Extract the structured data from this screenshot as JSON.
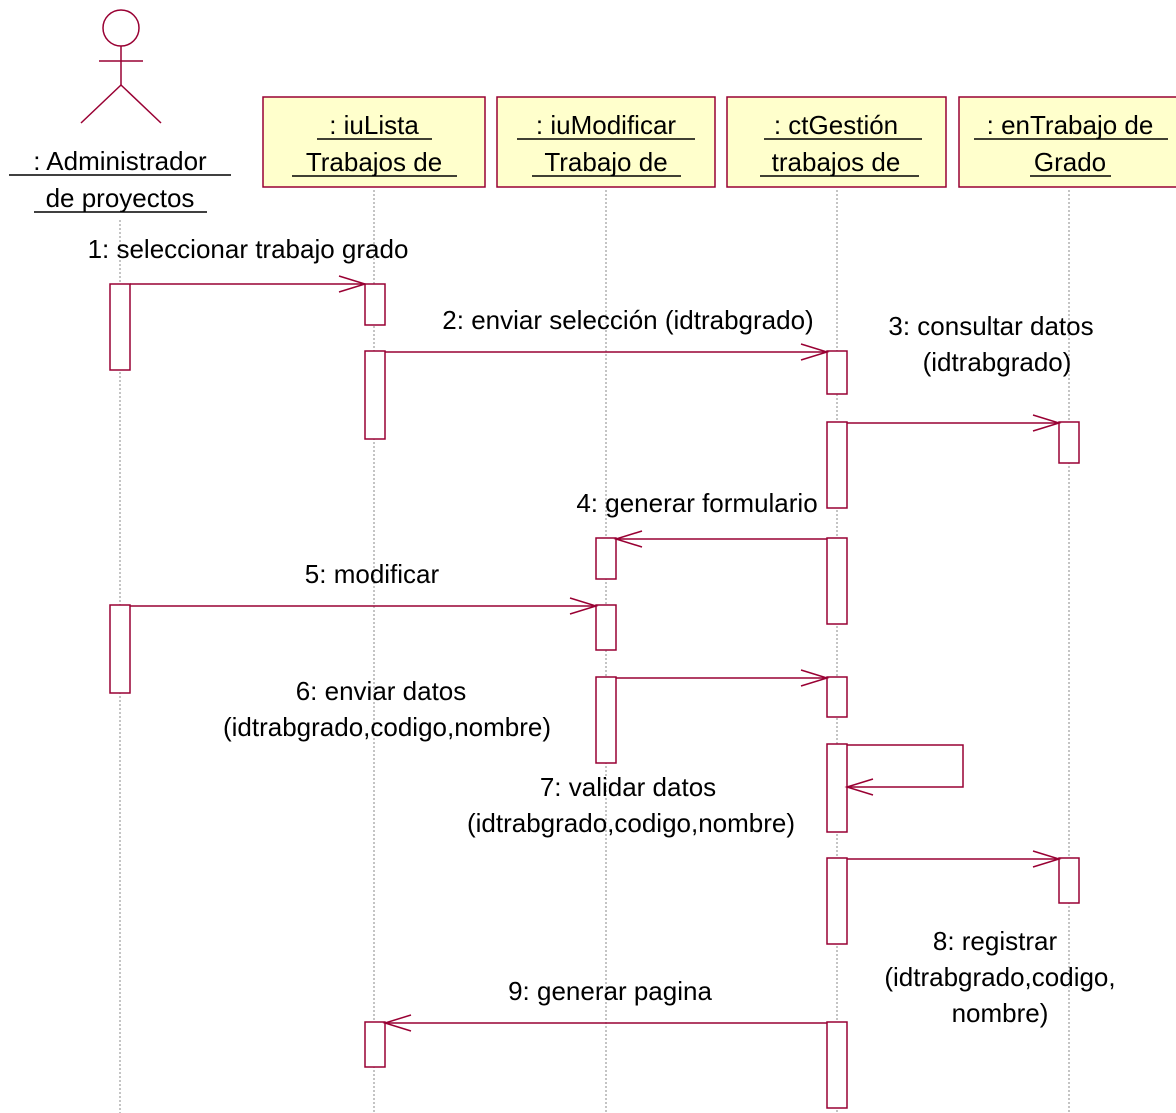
{
  "actor": {
    "name_line1": ": Administrador",
    "name_line2": "de proyectos"
  },
  "objects": [
    {
      "line1": ": iuLista",
      "line2": "Trabajos de"
    },
    {
      "line1": ": iuModificar",
      "line2": "Trabajo de"
    },
    {
      "line1": ": ctGestión",
      "line2": "trabajos de"
    },
    {
      "line1": ": enTrabajo de",
      "line2": "Grado"
    }
  ],
  "messages": [
    {
      "lines": [
        "1: seleccionar trabajo grado"
      ]
    },
    {
      "lines": [
        "2: enviar selección (idtrabgrado)"
      ]
    },
    {
      "lines": [
        "3: consultar datos",
        "(idtrabgrado)"
      ]
    },
    {
      "lines": [
        "4: generar formulario"
      ]
    },
    {
      "lines": [
        "5: modificar"
      ]
    },
    {
      "lines": [
        "6: enviar datos",
        "(idtrabgrado,codigo,nombre)"
      ]
    },
    {
      "lines": [
        "7: validar datos",
        "(idtrabgrado,codigo,nombre)"
      ]
    },
    {
      "lines": [
        "8: registrar",
        "(idtrabgrado,codigo,",
        "nombre)"
      ]
    },
    {
      "lines": [
        "9: generar pagina"
      ]
    }
  ],
  "colors": {
    "object_fill": "#ffffcc",
    "line_color": "#990033",
    "lifeline_color": "#888888"
  }
}
